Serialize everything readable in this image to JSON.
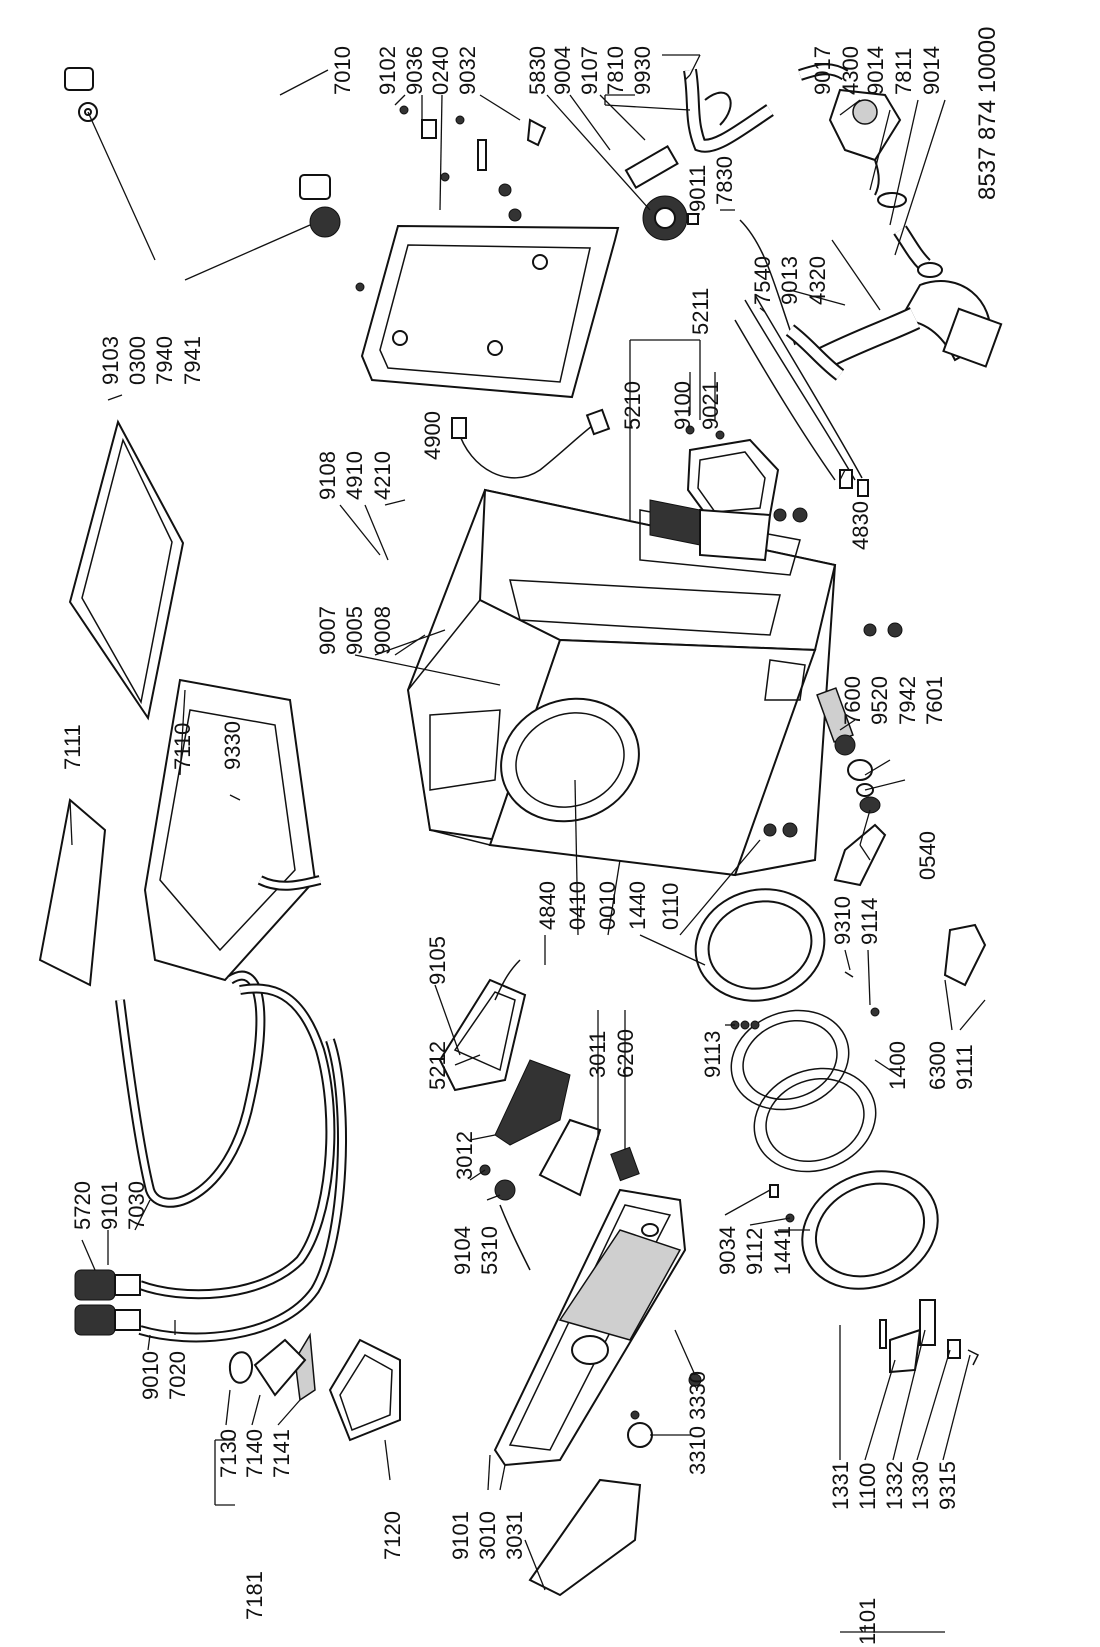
{
  "document_number": "8537 874 10000",
  "part_labels": {
    "p7010": "7010",
    "p9102": "9102",
    "p9036": "9036",
    "p0240": "0240",
    "p9032": "9032",
    "p5830": "5830",
    "p9004": "9004",
    "p9107": "9107",
    "p7810": "7810",
    "p9930": "9930",
    "p9017": "9017",
    "p4300": "4300",
    "p9014a": "9014",
    "p7811": "7811",
    "p9014b": "9014",
    "p9011": "9011",
    "p7830": "7830",
    "p7540": "7540",
    "p9013": "9013",
    "p4320": "4320",
    "p5211": "5211",
    "p5210": "5210",
    "p9100": "9100",
    "p9021": "9021",
    "p9103": "9103",
    "p0300": "0300",
    "p7940": "7940",
    "p7941": "7941",
    "p9108": "9108",
    "p4910": "4910",
    "p4210": "4210",
    "p4900": "4900",
    "p4830": "4830",
    "p9007": "9007",
    "p9005": "9005",
    "p9008": "9008",
    "p7600": "7600",
    "p9520": "9520",
    "p7942": "7942",
    "p7601": "7601",
    "p7111": "7111",
    "p7110": "7110",
    "p9330": "9330",
    "p4840": "4840",
    "p0410": "0410",
    "p0010": "0010",
    "p1440": "1440",
    "p0110": "0110",
    "p0540": "0540",
    "p9310": "9310",
    "p9114": "9114",
    "p9105": "9105",
    "p5212": "5212",
    "p3011": "3011",
    "p6200": "6200",
    "p9113": "9113",
    "p1400": "1400",
    "p6300": "6300",
    "p9111": "9111",
    "p3012": "3012",
    "p5720": "5720",
    "p9101a": "9101",
    "p7030": "7030",
    "p9104": "9104",
    "p5310": "5310",
    "p9034": "9034",
    "p9112": "9112",
    "p1441": "1441",
    "p9010": "9010",
    "p7020": "7020",
    "p3330": "3330",
    "p7130": "7130",
    "p7140": "7140",
    "p7141": "7141",
    "p7181": "7181",
    "p7120": "7120",
    "p9101b": "9101",
    "p3010": "3010",
    "p3031": "3031",
    "p3310": "3310",
    "p1331": "1331",
    "p1100": "1100",
    "p1332": "1332",
    "p1330": "1330",
    "p9315": "9315",
    "p1101": "1101"
  }
}
